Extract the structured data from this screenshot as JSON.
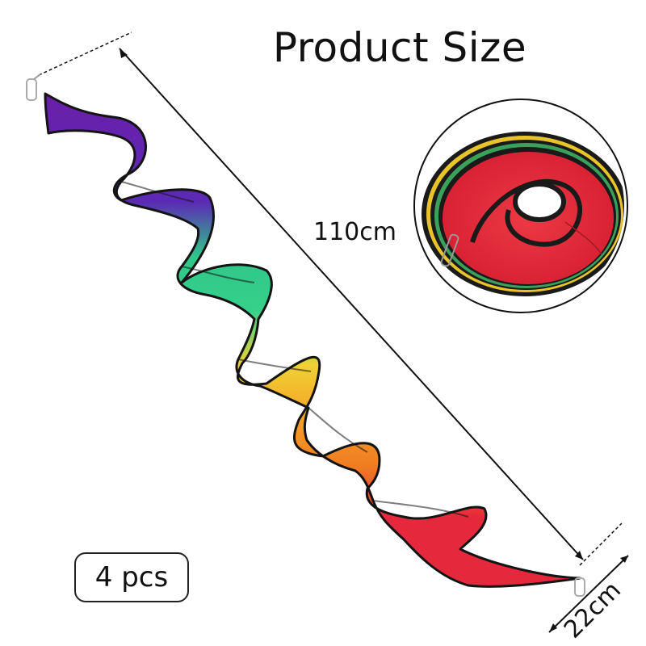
{
  "title": "Product Size",
  "length_label": "110cm",
  "width_label": "22cm",
  "quantity_label": "4 pcs",
  "colors": {
    "purple": "#6a1fa8",
    "green": "#2fc78a",
    "yellow": "#f1d235",
    "orange": "#f07a22",
    "red": "#e6283c",
    "outline": "#141414"
  }
}
